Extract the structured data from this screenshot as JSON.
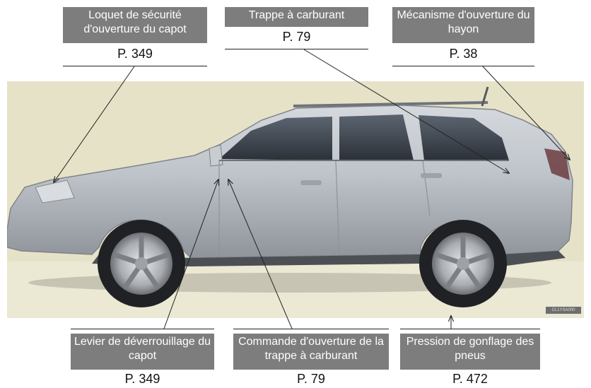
{
  "callouts": {
    "hood_safety_latch": {
      "label": "Loquet de sécurité d'ouverture du capot",
      "page": "P. 349"
    },
    "fuel_door": {
      "label": "Trappe à carburant",
      "page": "P. 79"
    },
    "back_door_opener": {
      "label": "Mécanisme d'ouverture du hayon",
      "page": "P. 38"
    },
    "hood_release_lever": {
      "label": "Levier de déverrouillage du capot",
      "page": "P. 349"
    },
    "fuel_door_opener": {
      "label": "Commande d'ouverture de la trappe à carburant",
      "page": "P. 79"
    },
    "tire_pressure": {
      "label": "Pression de gonflage des pneus",
      "page": "P. 472"
    }
  },
  "image": {
    "watermark_text": "CL1YSA000",
    "colors": {
      "label_bg": "#7d7d7d",
      "backdrop": "#e6e2c8",
      "car_body": "#b9bec4"
    }
  }
}
